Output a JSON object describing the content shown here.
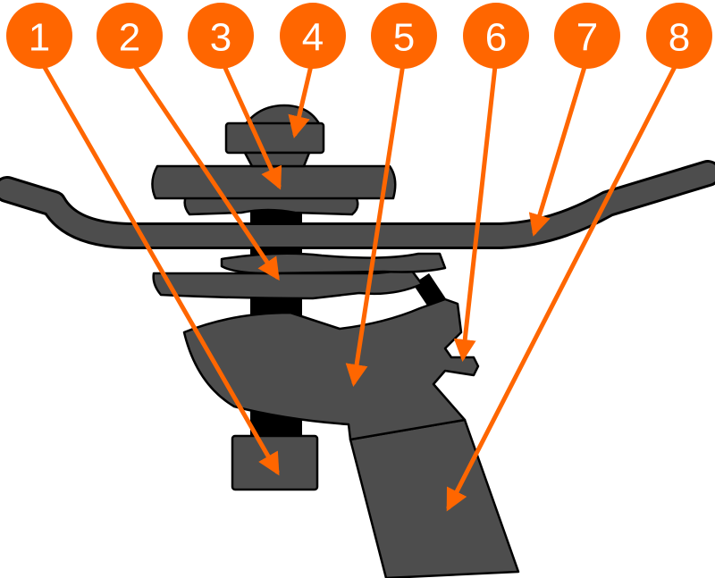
{
  "colors": {
    "accent": "#ff6600",
    "part_fill": "#4d4d4d",
    "outline": "#000000",
    "label_text": "#ffffff"
  },
  "callouts": [
    {
      "label": "1"
    },
    {
      "label": "2"
    },
    {
      "label": "3"
    },
    {
      "label": "4"
    },
    {
      "label": "5"
    },
    {
      "label": "6"
    },
    {
      "label": "7"
    },
    {
      "label": "8"
    }
  ]
}
